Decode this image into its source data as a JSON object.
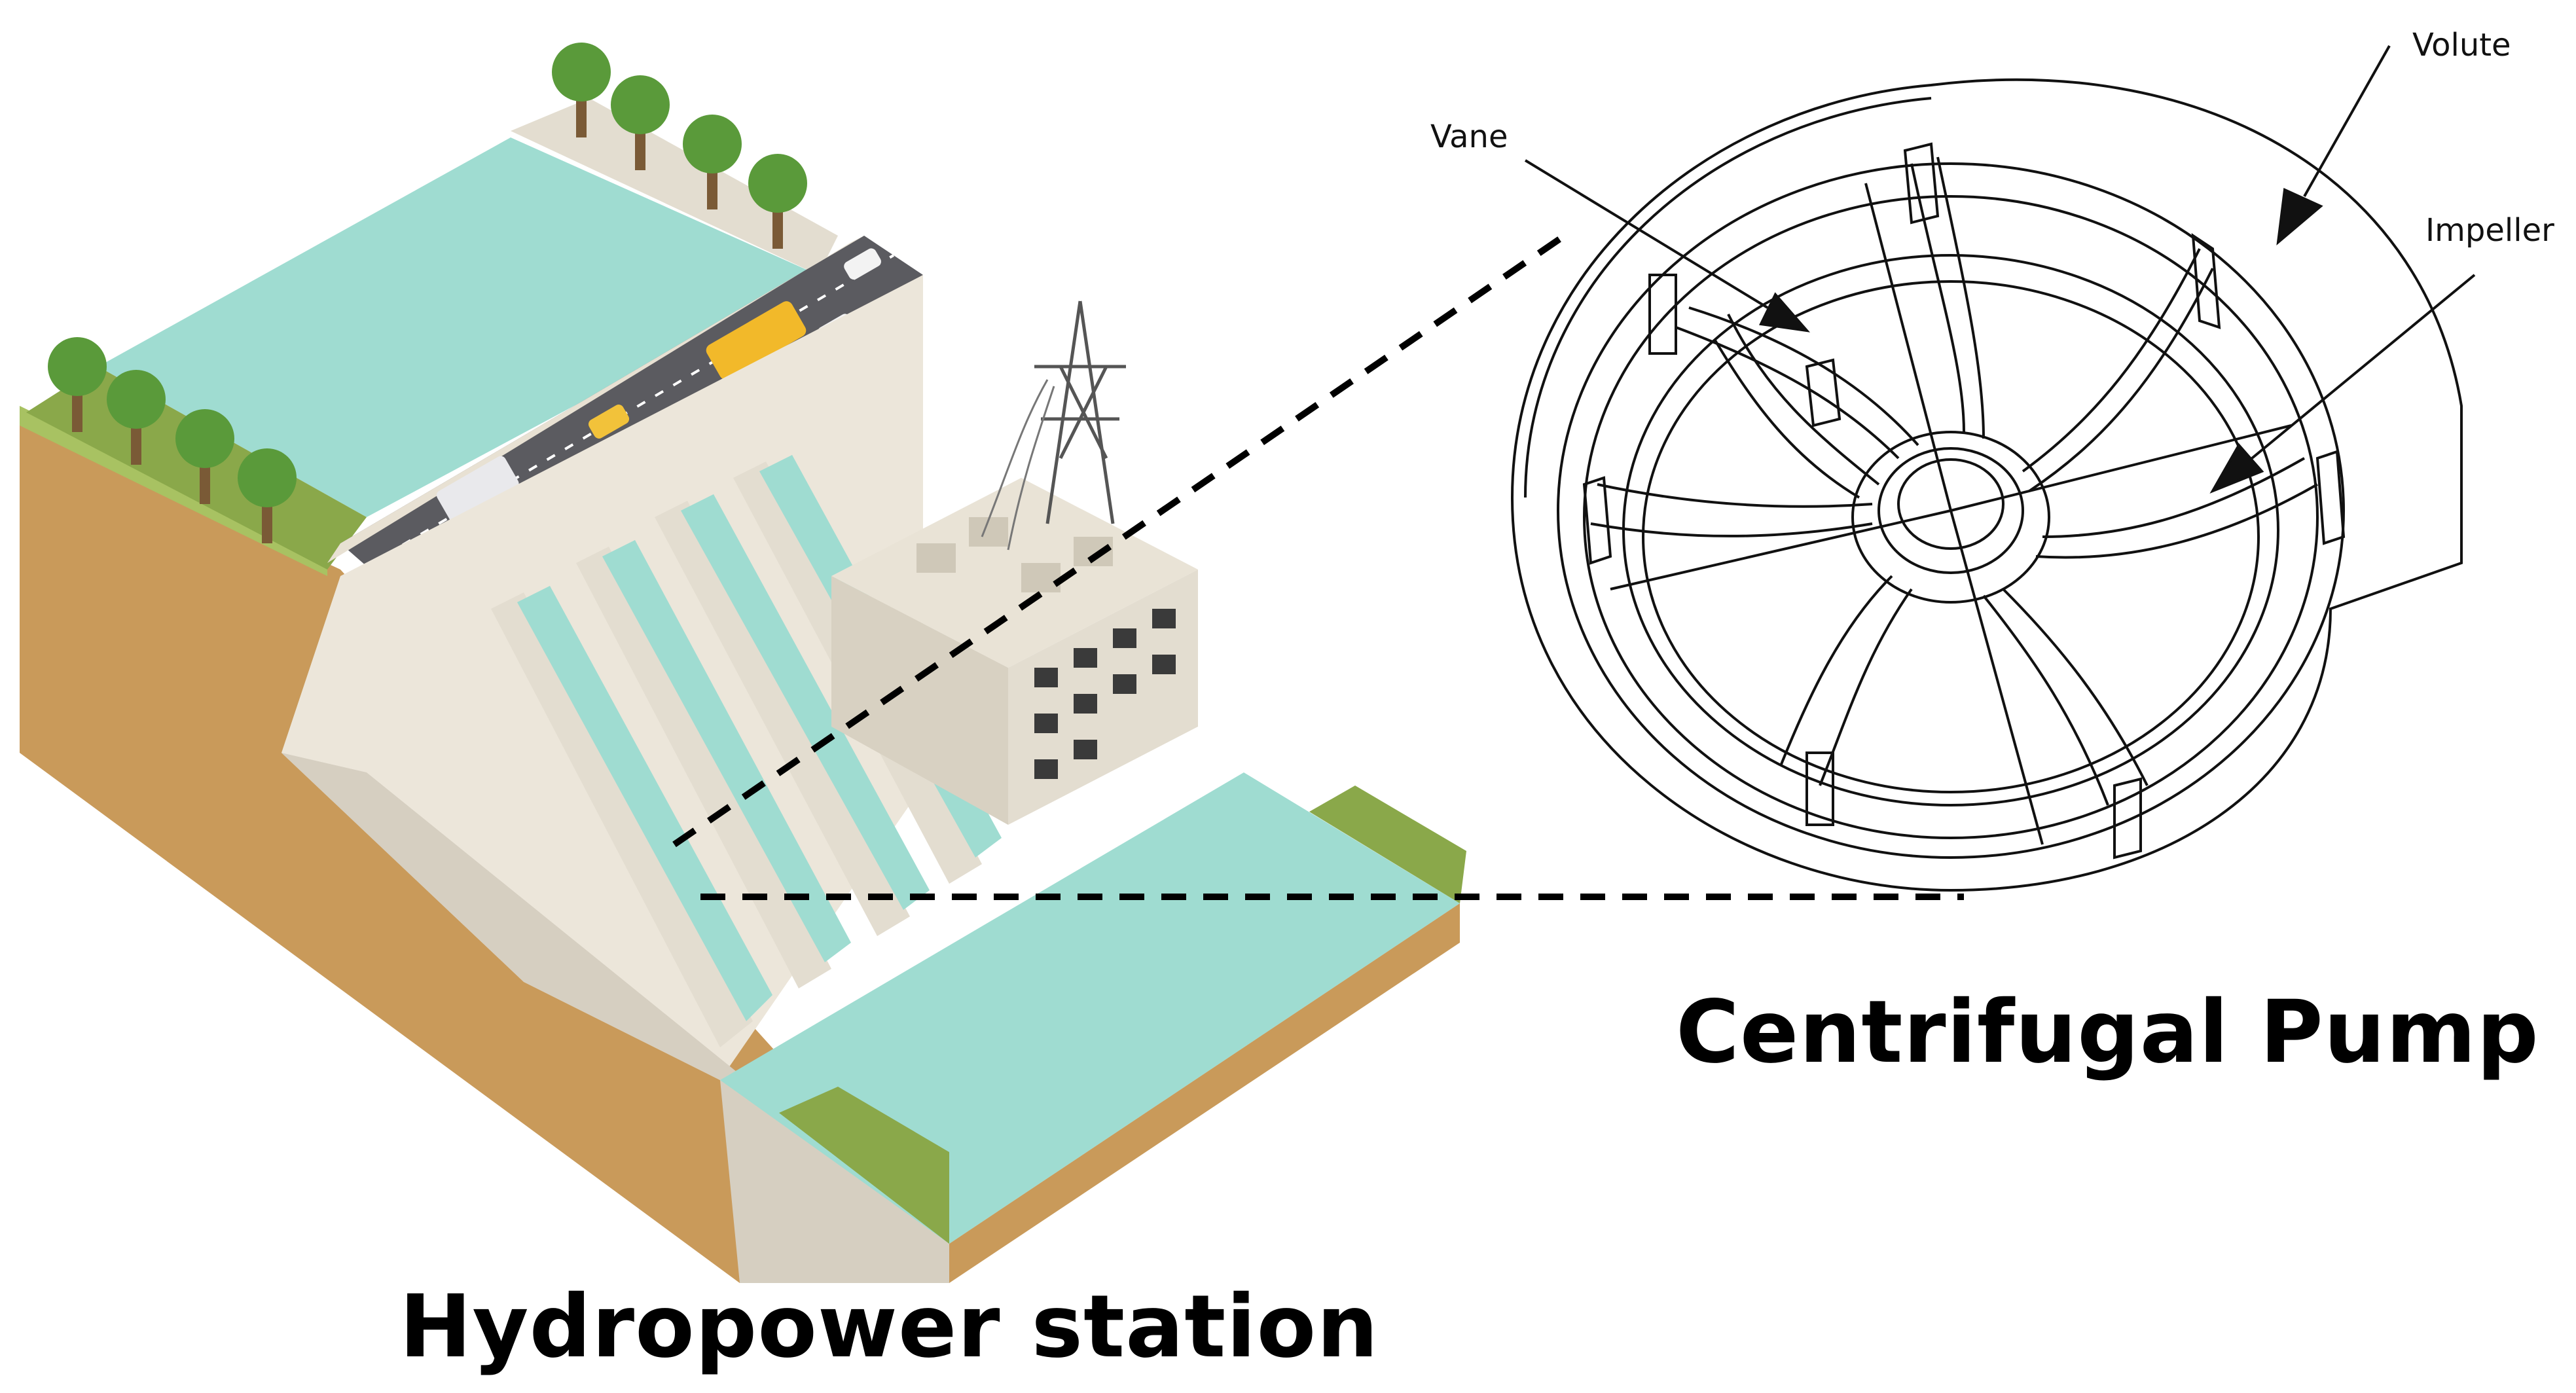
{
  "captions": {
    "hydropower": "Hydropower station",
    "pump": "Centrifugal Pump"
  },
  "pump_labels": {
    "vane": "Vane",
    "volute": "Volute",
    "impeller": "Impeller"
  },
  "colors": {
    "water": "#9fdcd1",
    "water_dark": "#7ccabd",
    "dam_concrete": "#ece6da",
    "dam_shadow": "#d6cfc1",
    "soil": "#c99a5a",
    "grass": "#8aa84a",
    "road": "#5b5b60",
    "tree": "#5a9a3a",
    "line_art": "#111111"
  }
}
